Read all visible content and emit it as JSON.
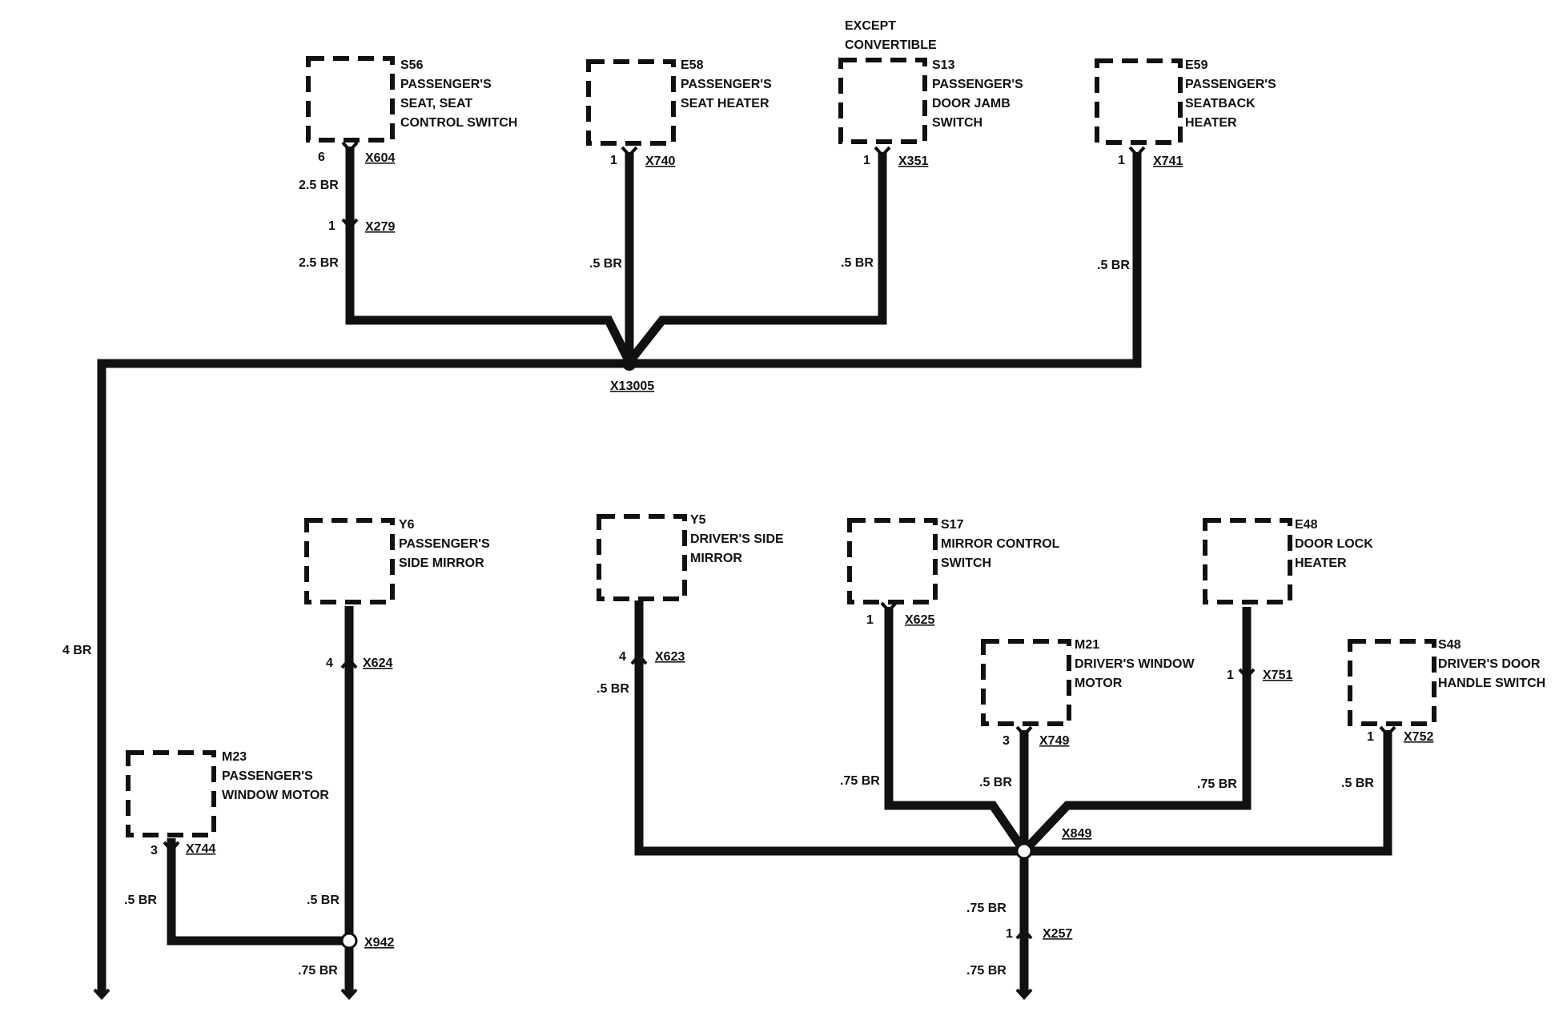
{
  "components": {
    "s56": {
      "lines": [
        "S56",
        "PASSENGER'S",
        "SEAT, SEAT",
        "CONTROL SWITCH"
      ]
    },
    "e58": {
      "lines": [
        "E58",
        "PASSENGER'S",
        "SEAT HEATER"
      ]
    },
    "s13": {
      "note": [
        "EXCEPT",
        "CONVERTIBLE"
      ],
      "lines": [
        "S13",
        "PASSENGER'S",
        "DOOR JAMB",
        "SWITCH"
      ]
    },
    "e59": {
      "lines": [
        "E59",
        "PASSENGER'S",
        "SEATBACK",
        "HEATER"
      ]
    },
    "y6": {
      "lines": [
        "Y6",
        "PASSENGER'S",
        "SIDE MIRROR"
      ]
    },
    "y5": {
      "lines": [
        "Y5",
        "DRIVER'S SIDE",
        "MIRROR"
      ]
    },
    "s17": {
      "lines": [
        "S17",
        "MIRROR CONTROL",
        "SWITCH"
      ]
    },
    "e48": {
      "lines": [
        "E48",
        "DOOR LOCK",
        "HEATER"
      ]
    },
    "m21": {
      "lines": [
        "M21",
        "DRIVER'S WINDOW",
        "MOTOR"
      ]
    },
    "s48": {
      "lines": [
        "S48",
        "DRIVER'S DOOR",
        "HANDLE SWITCH"
      ]
    },
    "m23": {
      "lines": [
        "M23",
        "PASSENGER'S",
        "WINDOW MOTOR"
      ]
    }
  },
  "connectors": {
    "x604": "X604",
    "x279": "X279",
    "x740": "X740",
    "x351": "X351",
    "x741": "X741",
    "x13005": "X13005",
    "x624": "X624",
    "x623": "X623",
    "x625": "X625",
    "x749": "X749",
    "x751": "X751",
    "x752": "X752",
    "x849": "X849",
    "x744": "X744",
    "x942": "X942",
    "x257": "X257"
  },
  "pins": {
    "s56": "6",
    "x279": "1",
    "e58": "1",
    "s13": "1",
    "e59": "1",
    "y6": "4",
    "y5": "4",
    "s17": "1",
    "m21": "3",
    "e48": "1",
    "s48": "1",
    "m23": "3",
    "x257": "1"
  },
  "wires": {
    "s56_upper": "2.5 BR",
    "s56_lower": "2.5 BR",
    "e58": ".5 BR",
    "s13": ".5 BR",
    "e59": ".5 BR",
    "main_ground": "4 BR",
    "y5": ".5 BR",
    "s17": ".75 BR",
    "m21": ".5 BR",
    "e48": ".75 BR",
    "s48": ".5 BR",
    "x849_out_upper": ".75 BR",
    "x849_out_lower": ".75 BR",
    "m23": ".5 BR",
    "y6": ".5 BR",
    "x942_out": ".75 BR"
  },
  "colors": {
    "ink": "#111111",
    "paper": "#ffffff"
  }
}
